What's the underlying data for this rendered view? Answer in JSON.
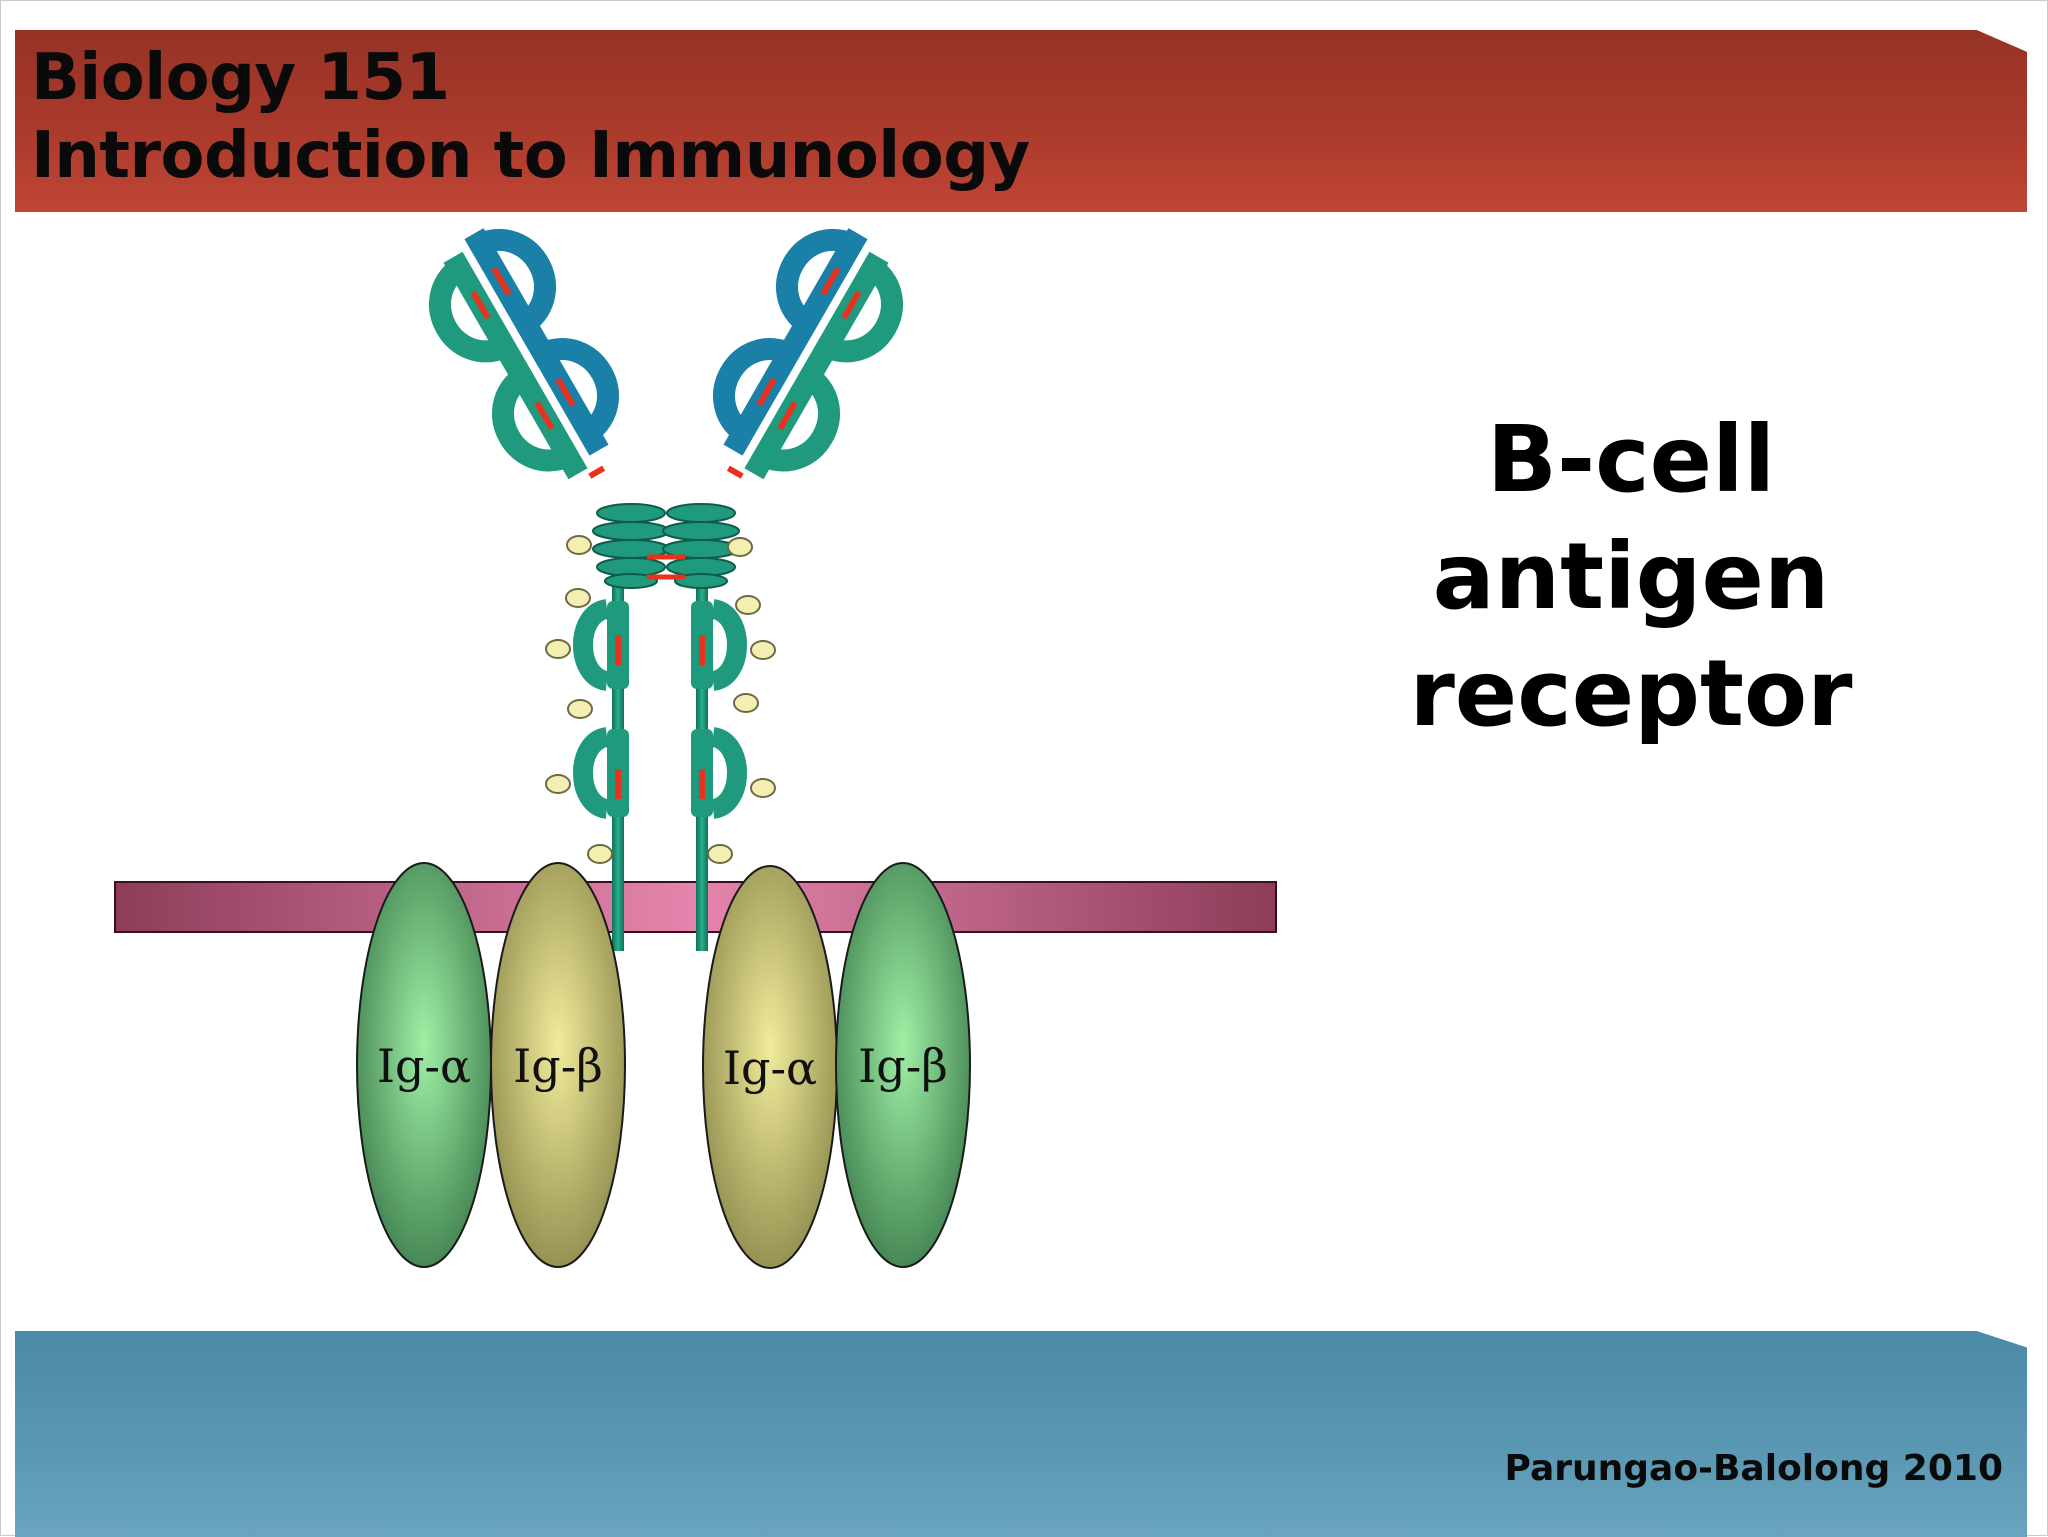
{
  "header": {
    "line1": "Biology 151",
    "line2": "Introduction to Immunology"
  },
  "title": {
    "line1": "B-cell",
    "line2": "antigen",
    "line3": "receptor"
  },
  "diagram": {
    "components": [
      {
        "label": "Ig-α",
        "color": "green"
      },
      {
        "label": "Ig-β",
        "color": "tan"
      },
      {
        "label": "Ig-α",
        "color": "tan"
      },
      {
        "label": "Ig-β",
        "color": "green"
      }
    ]
  },
  "footer": {
    "credit": "Parungao-Balolong 2010"
  },
  "colors": {
    "header_band": "#a8392a",
    "footer_band": "#5b98b3",
    "heavy_chain": "#1f9a7e",
    "light_chain": "#1a80a8",
    "disulfide": "#e8321e",
    "membrane": "#c9628a",
    "glycan": "#f4eeb0"
  }
}
